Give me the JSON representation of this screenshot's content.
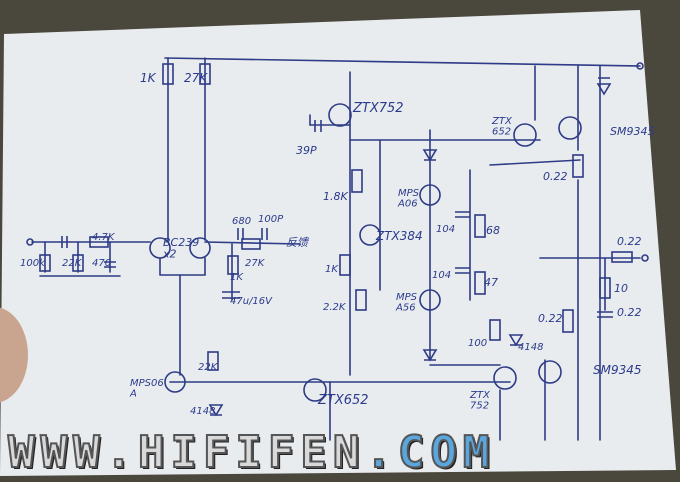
{
  "labels": {
    "r_1k_top": "1K",
    "r_27k_top": "27K",
    "q_ztx752_top": "ZTX752",
    "c_39p": "39P",
    "q_ztx652_top": "ZTX\n652",
    "q_sm9345_top": "SM9345",
    "r_022_top": "0.22",
    "r_18k": "1.8K",
    "q_mps_a06": "MPS\nA06",
    "c_104_a": "104",
    "r_68": "68",
    "r_100k_in": "100k",
    "r_22k_in": "22K",
    "c_4_7k": "4.7K",
    "c_470": "470",
    "q_bc239": "BC239\nx2",
    "c_680": "680",
    "c_100p": "100P",
    "r_27k_mid": "27K",
    "note_feedback": "反馈",
    "r_1k_mid": "1K",
    "c_47u": "47u/16V",
    "q_ztx384": "ZTX384",
    "r_1k_vbe": "1K",
    "r_22k_vbe": "2.2K",
    "q_mps_a56": "MPS\nA56",
    "c_104_b": "104",
    "r_47": "47",
    "r_022_out": "0.22",
    "r_10": "10",
    "c_022_out": "0.22",
    "r_022_bot": "0.22",
    "r_100_bot": "100",
    "d_4148_a": "4148",
    "q_sm9345_bot": "SM9345",
    "r_22k_bot": "22K",
    "q_mps_a06_bot": "MPS06\nA",
    "d_4148_b": "4148",
    "q_ztx652_bot": "ZTX652",
    "q_ztx752_bot": "ZTX\n752"
  },
  "watermark": {
    "part1": "WWW.HIFIFEN",
    "part2": ".COM"
  },
  "colors": {
    "ink": "#2e3b86",
    "paper": "#eceff2"
  }
}
